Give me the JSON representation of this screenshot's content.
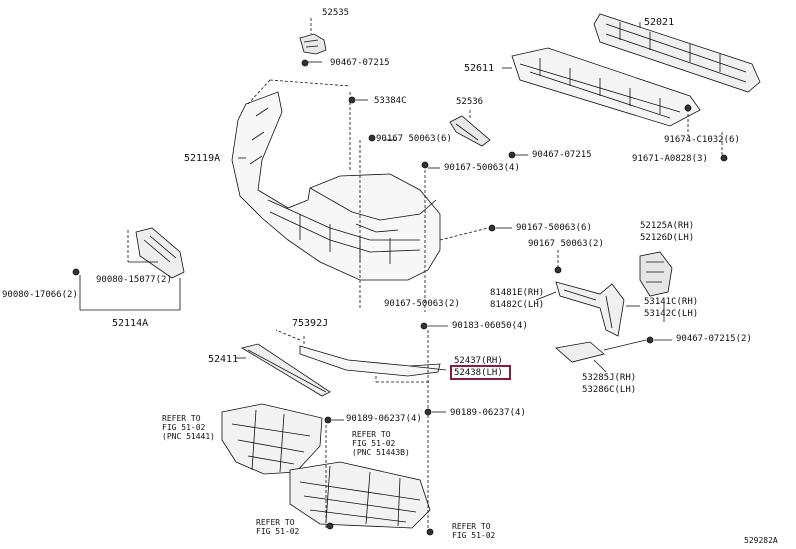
{
  "diagram_id": "529282A",
  "highlight_color": "#8b1a3b",
  "parts": {
    "p52535": "52535",
    "p90467_07215_top": "90467-07215",
    "p52021": "52021",
    "p52611": "52611",
    "p53384c": "53384C",
    "p52536": "52536",
    "p90167_50063_6_a": "90167 50063(6)",
    "p90467_07215_mid": "90467-07215",
    "p91674": "91674-C1032(6)",
    "p91671": "91671-A0828(3)",
    "p52119a": "52119A",
    "p90167_50063_4": "90167-50063(4)",
    "p90167_50063_6_b": "90167-50063(6)",
    "p52125a": "52125A(RH)",
    "p52126d": "52126D(LH)",
    "p90167_50063_2_a": "90167 50063(2)",
    "p90080_15077": "90080-15077(2)",
    "p90080_17066": "90080-17066(2)",
    "p52114a": "52114A",
    "p81481e": "81481E(RH)",
    "p81482c": "81482C(LH)",
    "p53141c": "53141C(RH)",
    "p53142c": "53142C(LH)",
    "p90167_50063_2_b": "90167-50063(2)",
    "p75392j": "75392J",
    "p90183_06050": "90183-06050(4)",
    "p90467_07215_r": "90467-07215(2)",
    "p52411": "52411",
    "p52437": "52437(RH)",
    "p52438": "52438(LH)",
    "p53285j": "53285J(RH)",
    "p53286c": "53286C(LH)",
    "p90189_a": "90189-06237(4)",
    "p90189_b": "90189-06237(4)"
  },
  "refs": {
    "ref1": "REFER TO\nFIG 51-02\n(PNC 51441)",
    "ref2": "REFER TO\nFIG 51-02\n(PNC 51443B)",
    "ref3": "REFER TO\nFIG 51-02",
    "ref4": "REFER TO\nFIG 51-02"
  }
}
